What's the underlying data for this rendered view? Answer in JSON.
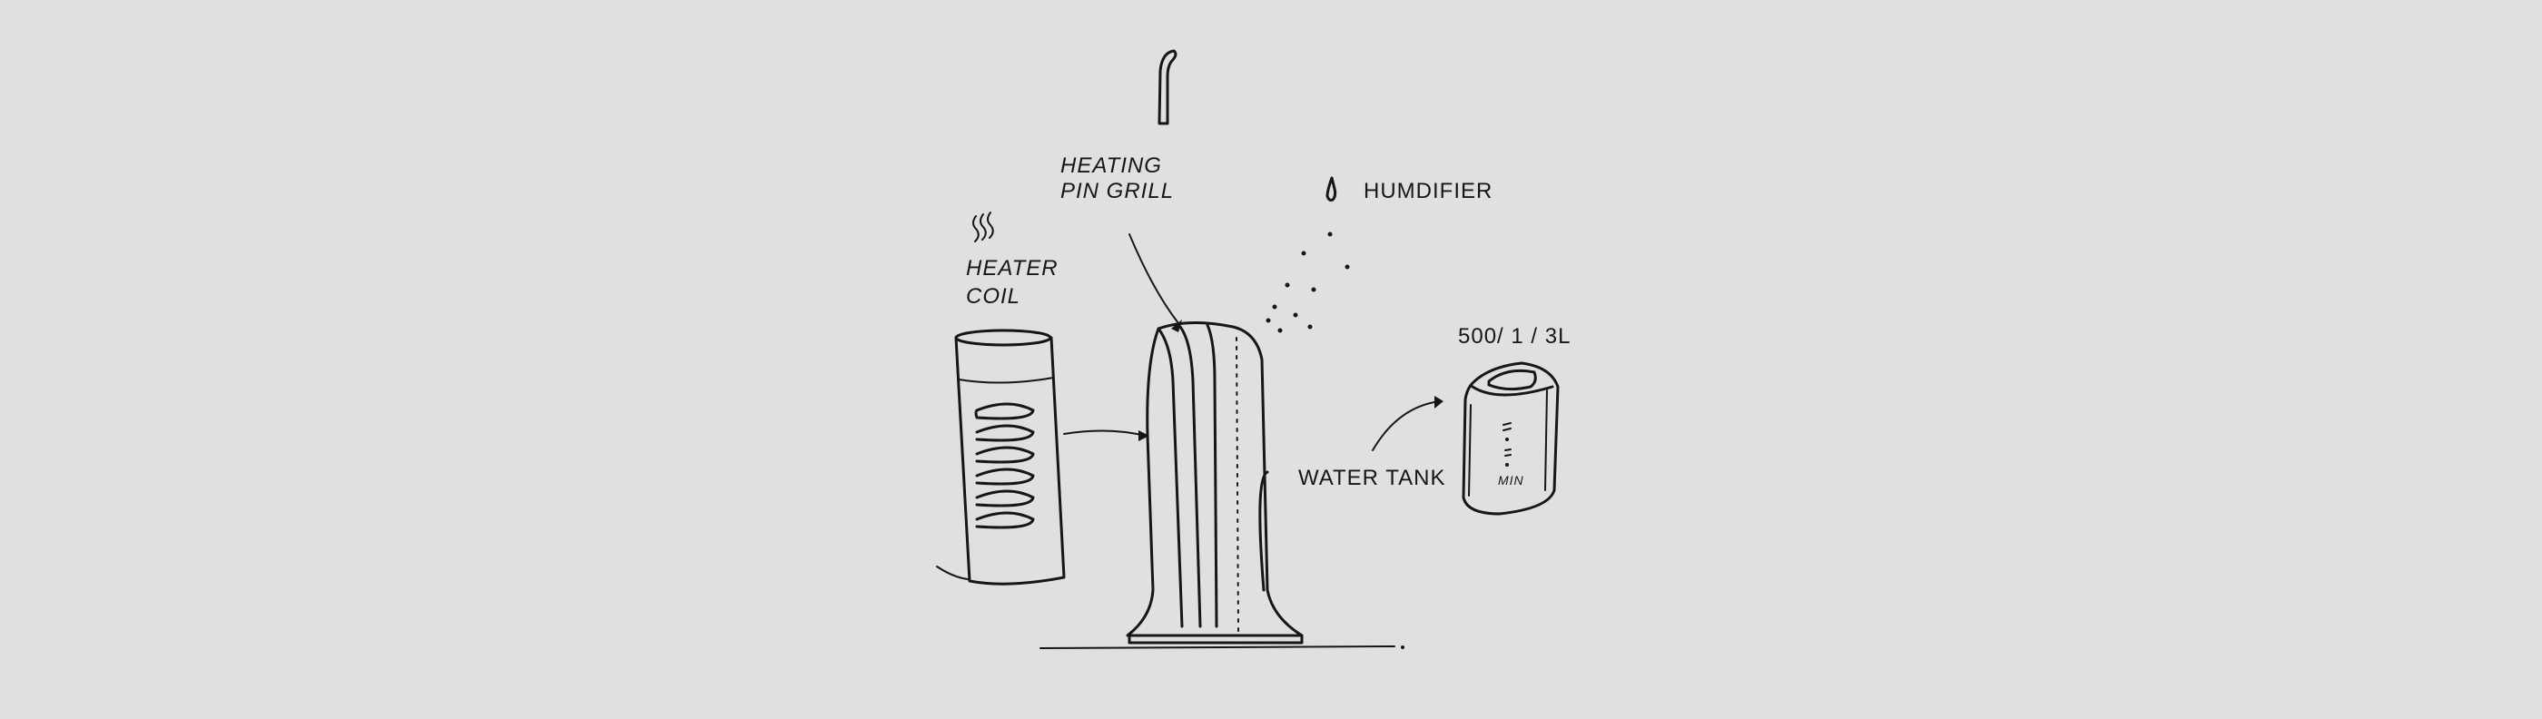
{
  "labels": {
    "heating_pin_grill_line1": "HEATING",
    "heating_pin_grill_line2": "PIN GRILL",
    "humidifier": "HUMDIFIER",
    "heater_coil_line1": "HEATER",
    "heater_coil_line2": "COIL",
    "tank_sizes": "500/ 1 / 3L",
    "water_tank": "WATER TANK",
    "tank_min_mark": "MIN"
  },
  "colors": {
    "background": "#e0e0e0",
    "ink": "#161616"
  }
}
